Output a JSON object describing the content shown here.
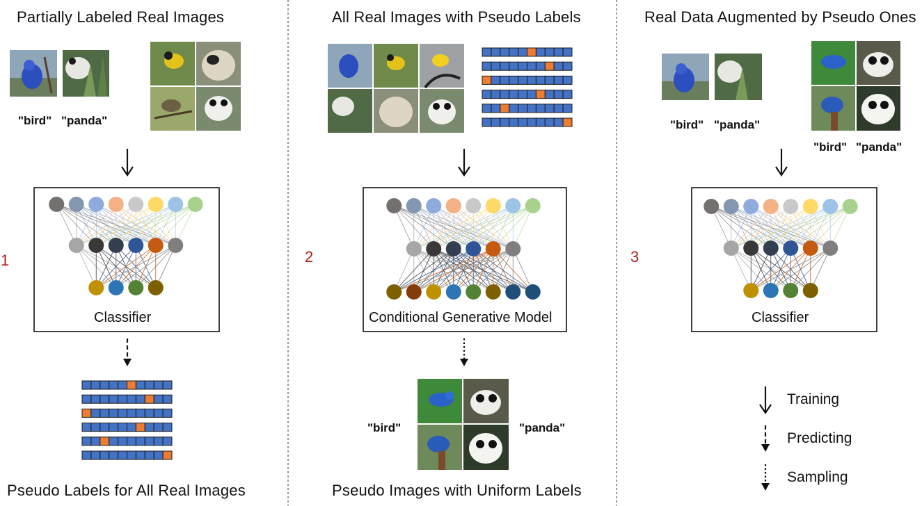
{
  "panels": [
    {
      "number": "1",
      "title": "Partially Labeled Real Images",
      "labels": [
        "\"bird\"",
        "\"panda\""
      ],
      "model_label": "Classifier",
      "output_title": "Pseudo Labels for All Real Images",
      "onehot_rows": [
        5,
        7,
        0,
        6,
        2,
        9
      ]
    },
    {
      "number": "2",
      "title": "All Real Images with Pseudo Labels",
      "onehot_rows": [
        5,
        7,
        0,
        6,
        2,
        9
      ],
      "model_label": "Conditional Generative Model",
      "output_labels": [
        "\"bird\"",
        "\"panda\""
      ],
      "output_title": "Pseudo Images with Uniform Labels"
    },
    {
      "number": "3",
      "title": "Real Data Augmented by Pseudo Ones",
      "real_labels": [
        "\"bird\"",
        "\"panda\""
      ],
      "pseudo_labels": [
        "\"bird\"",
        "\"panda\""
      ],
      "model_label": "Classifier"
    }
  ],
  "legend": [
    {
      "style": "solid",
      "label": "Training"
    },
    {
      "style": "dashed",
      "label": "Predicting"
    },
    {
      "style": "dotted",
      "label": "Sampling"
    }
  ],
  "colors": {
    "number": "#b01c1c",
    "cell_blue": "#4472c4",
    "cell_orange": "#ed7d31",
    "input_nodes": [
      "#747070",
      "#8497b0",
      "#8faadc",
      "#f4b183",
      "#c9c9c9",
      "#ffd966",
      "#9dc3e6",
      "#a9d18e"
    ],
    "hidden_nodes": [
      "#a6a6a6",
      "#3a3838",
      "#333f50",
      "#2f5597",
      "#c55a11",
      "#7f7f7f"
    ],
    "classifier_outputs": [
      "#bf9000",
      "#2e75b6",
      "#548235",
      "#7f6000"
    ],
    "generator_outputs": [
      "#7f6000",
      "#843c0c",
      "#bf9000",
      "#2e75b6",
      "#548235",
      "#7f6000",
      "#1f4e79",
      "#1f4e79"
    ]
  }
}
